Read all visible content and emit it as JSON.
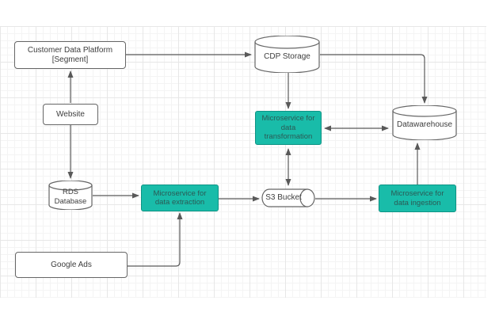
{
  "nodes": {
    "cdp_platform": {
      "label": "Customer Data Platform\n[Segment]",
      "shape": "rounded-rectangle",
      "fill": "#ffffff"
    },
    "cdp_storage": {
      "label": "CDP Storage",
      "shape": "cylinder",
      "fill": "#ffffff"
    },
    "website": {
      "label": "Website",
      "shape": "rounded-rectangle",
      "fill": "#ffffff"
    },
    "transformation": {
      "label": "Microservice for\ndata\ntransformation",
      "shape": "rectangle",
      "fill": "#19bca9"
    },
    "datawarehouse": {
      "label": "Datawarehouse",
      "shape": "cylinder",
      "fill": "#ffffff"
    },
    "rds_database": {
      "label": "RDS\nDatabase",
      "shape": "cylinder",
      "fill": "#ffffff"
    },
    "extraction": {
      "label": "Microservice for\ndata extraction",
      "shape": "rectangle",
      "fill": "#19bca9"
    },
    "s3_bucket": {
      "label": "S3 Bucket",
      "shape": "horizontal-cylinder",
      "fill": "#ffffff"
    },
    "ingestion": {
      "label": "Microservice for\ndata ingestion",
      "shape": "rectangle",
      "fill": "#19bca9"
    },
    "google_ads": {
      "label": "Google Ads",
      "shape": "rounded-rectangle",
      "fill": "#ffffff"
    }
  },
  "edges": [
    {
      "id": "website-to-cdp-platform",
      "from": "website",
      "to": "cdp_platform",
      "direction": "one-way"
    },
    {
      "id": "cdp-platform-to-cdp-storage",
      "from": "cdp_platform",
      "to": "cdp_storage",
      "direction": "one-way"
    },
    {
      "id": "website-to-rds-database",
      "from": "website",
      "to": "rds_database",
      "direction": "one-way"
    },
    {
      "id": "rds-database-to-extraction",
      "from": "rds_database",
      "to": "extraction",
      "direction": "one-way"
    },
    {
      "id": "google-ads-to-extraction",
      "from": "google_ads",
      "to": "extraction",
      "direction": "one-way"
    },
    {
      "id": "extraction-to-s3-bucket",
      "from": "extraction",
      "to": "s3_bucket",
      "direction": "one-way"
    },
    {
      "id": "s3-bucket-to-ingestion",
      "from": "s3_bucket",
      "to": "ingestion",
      "direction": "one-way"
    },
    {
      "id": "ingestion-to-datawarehouse",
      "from": "ingestion",
      "to": "datawarehouse",
      "direction": "one-way"
    },
    {
      "id": "cdp-storage-to-datawarehouse",
      "from": "cdp_storage",
      "to": "datawarehouse",
      "direction": "one-way"
    },
    {
      "id": "cdp-storage-to-transformation",
      "from": "cdp_storage",
      "to": "transformation",
      "direction": "one-way"
    },
    {
      "id": "transformation-s3-bucket",
      "from": "transformation",
      "to": "s3_bucket",
      "direction": "two-way"
    },
    {
      "id": "transformation-datawarehouse",
      "from": "transformation",
      "to": "datawarehouse",
      "direction": "two-way"
    }
  ],
  "colors": {
    "service_fill": "#19bca9",
    "service_border": "#0d9384",
    "service_text": "#2b5a55",
    "shape_border": "#666666",
    "edge": "#595959",
    "grid_minor": "#f4f4f4",
    "grid_major": "#e7e7e7",
    "background": "#ffffff"
  }
}
